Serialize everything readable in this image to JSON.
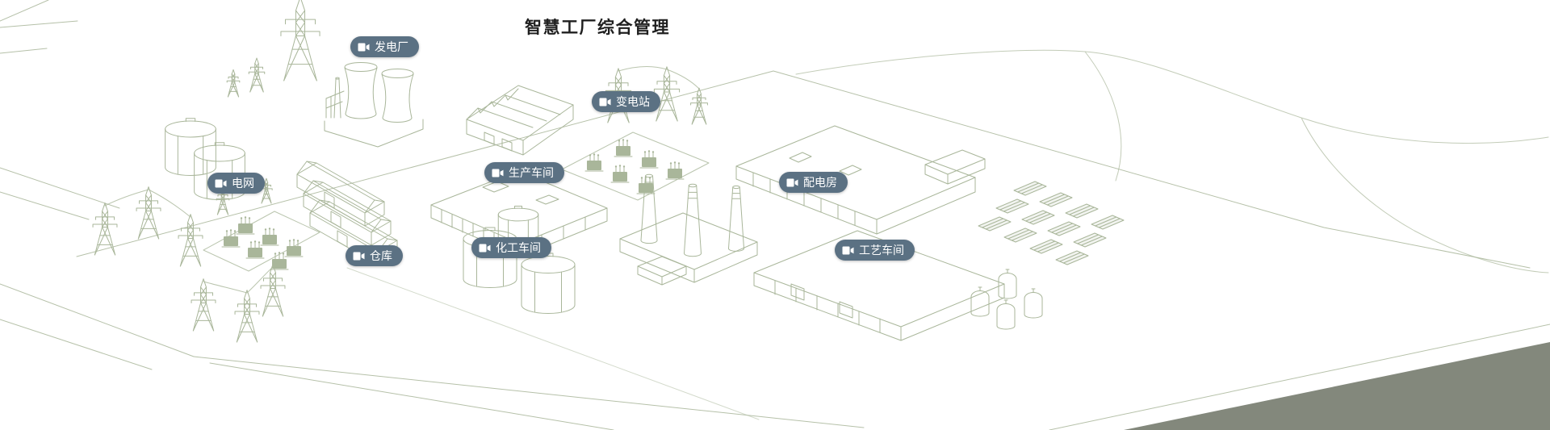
{
  "title": "智慧工厂综合管理",
  "labels": [
    {
      "id": "power-plant",
      "text": "发电厂"
    },
    {
      "id": "substation",
      "text": "变电站"
    },
    {
      "id": "power-grid",
      "text": "电网"
    },
    {
      "id": "production-workshop",
      "text": "生产车间"
    },
    {
      "id": "distribution-room",
      "text": "配电房"
    },
    {
      "id": "warehouse",
      "text": "仓库"
    },
    {
      "id": "chemical-workshop",
      "text": "化工车间"
    },
    {
      "id": "process-workshop",
      "text": "工艺车间"
    }
  ],
  "icons": {
    "hotspot_icon": "video-camera-icon"
  },
  "colors": {
    "line": "#a9b69a",
    "label_bg": "#5b7183",
    "label_text": "#ffffff",
    "title_text": "#1f1f1f",
    "road_fill": "#767b6e"
  }
}
